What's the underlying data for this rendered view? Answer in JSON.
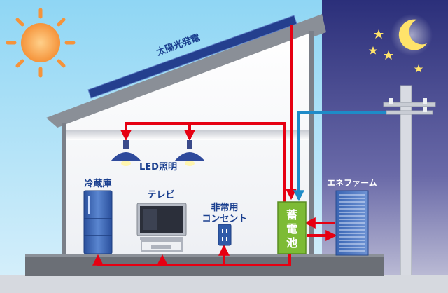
{
  "labels": {
    "solar": "太陽光発電",
    "led": "LED照明",
    "fridge": "冷蔵庫",
    "tv": "テレビ",
    "outlet_line1": "非常用",
    "outlet_line2": "コンセント",
    "battery": [
      "蓄",
      "電",
      "池"
    ],
    "enefarm": "エネファーム"
  },
  "colors": {
    "day_sky": "#6ec6ec",
    "night_sky": "#3a3f8f",
    "power_line_red": "#e60012",
    "grid_line_blue": "#1e8bc8",
    "battery_green": "#7dbb35",
    "appliance_blue": "#2f5aa8",
    "house_wall": "#ffffff",
    "house_frame": "#7a7f88",
    "foundation": "#6b6f76"
  },
  "icons": [
    "sun-icon",
    "moon-icon",
    "star-icon",
    "solar-panel-icon",
    "ceiling-lamp-icon",
    "fridge-icon",
    "tv-icon",
    "outlet-icon",
    "battery-icon",
    "enefarm-unit-icon",
    "utility-pole-icon"
  ]
}
